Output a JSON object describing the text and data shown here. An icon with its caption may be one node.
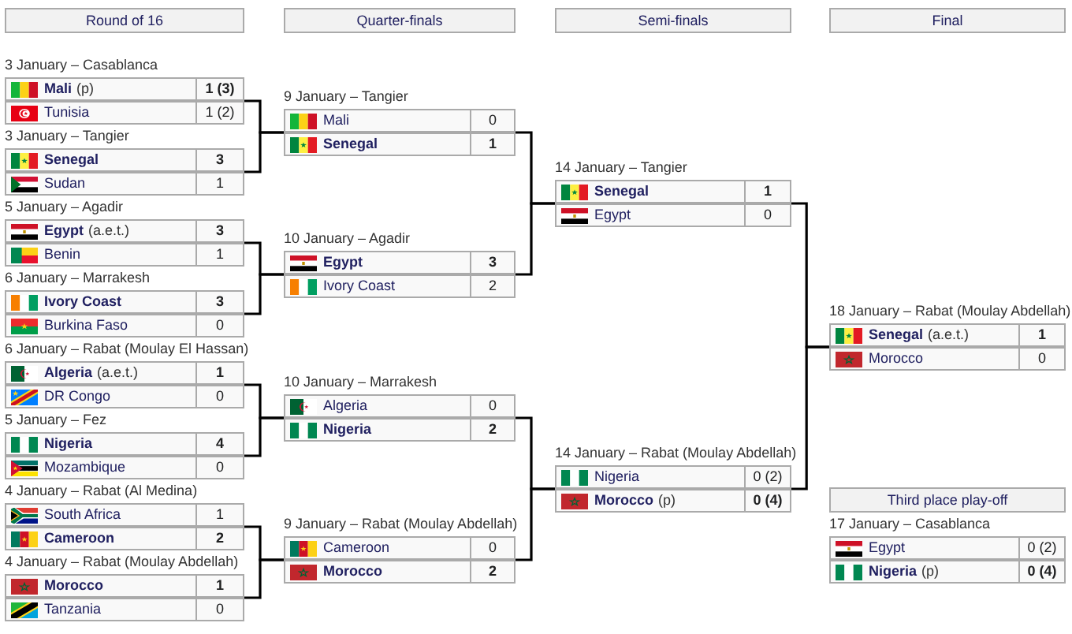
{
  "diagram": {
    "nodes": [
      {
        "text": [
          "Round of 16"
        ]
      },
      {
        "text": [
          "Quarter-finals"
        ]
      },
      {
        "text": [
          "Semi-finals"
        ]
      },
      {
        "text": [
          "Final"
        ]
      },
      {
        "text": [
          "3 January – Casablanca"
        ]
      },
      {
        "text": [
          "Mali",
          "(p)",
          "1 (3)"
        ],
        "in": 4
      },
      {
        "text": [
          "Tunisia",
          "1 (2)"
        ],
        "in": 4
      },
      {
        "text": [
          "3 January – Tangier"
        ]
      },
      {
        "text": [
          "Senegal",
          "3"
        ],
        "in": 7
      },
      {
        "text": [
          "Sudan",
          "1"
        ],
        "in": 7
      },
      {
        "text": [
          "5 January – Agadir"
        ]
      },
      {
        "text": [
          "Egypt",
          "(a.e.t.)",
          "3"
        ],
        "in": 10
      },
      {
        "text": [
          "Benin",
          "1"
        ],
        "in": 10
      },
      {
        "text": [
          "6 January – Marrakesh"
        ]
      },
      {
        "text": [
          "Ivory Coast",
          "3"
        ],
        "in": 13
      },
      {
        "text": [
          "Burkina Faso",
          "0"
        ],
        "in": 13
      },
      {
        "text": [
          "6 January – Rabat (Moulay El Hassan)"
        ]
      },
      {
        "text": [
          "Algeria",
          "(a.e.t.)",
          "1"
        ],
        "in": 16
      },
      {
        "text": [
          "DR Congo",
          "0"
        ],
        "in": 16
      },
      {
        "text": [
          "5 January – Fez"
        ]
      },
      {
        "text": [
          "Nigeria",
          "4"
        ],
        "in": 19
      },
      {
        "text": [
          "Mozambique",
          "0"
        ],
        "in": 19
      },
      {
        "text": [
          "4 January – Rabat (Al Medina)"
        ]
      },
      {
        "text": [
          "South Africa",
          "1"
        ],
        "in": 22
      },
      {
        "text": [
          "Cameroon",
          "2"
        ],
        "in": 22
      },
      {
        "text": [
          "4 January – Rabat (Moulay Abdellah)"
        ]
      },
      {
        "text": [
          "Morocco",
          "1"
        ],
        "in": 25
      },
      {
        "text": [
          "Tanzania",
          "0"
        ],
        "in": 25
      },
      {
        "text": [
          "9 January – Tangier"
        ]
      },
      {
        "text": [
          "Mali",
          "0"
        ],
        "in": 28
      },
      {
        "text": [
          "Senegal",
          "1"
        ],
        "in": 28
      },
      {
        "text": [
          "10 January – Agadir"
        ]
      },
      {
        "text": [
          "Egypt",
          "3"
        ],
        "in": 31
      },
      {
        "text": [
          "Ivory Coast",
          "2"
        ],
        "in": 31
      },
      {
        "text": [
          "10 January – Marrakesh"
        ]
      },
      {
        "text": [
          "Algeria",
          "0"
        ],
        "in": 34
      },
      {
        "text": [
          "Nigeria",
          "2"
        ],
        "in": 34
      },
      {
        "text": [
          "9 January – Rabat (Moulay Abdellah)"
        ]
      },
      {
        "text": [
          "Cameroon",
          "0"
        ],
        "in": 37
      },
      {
        "text": [
          "Morocco",
          "2"
        ],
        "in": 37
      },
      {
        "text": [
          "14 January – Tangier"
        ]
      },
      {
        "text": [
          "Senegal",
          "1"
        ],
        "in": 40
      },
      {
        "text": [
          "Egypt",
          "0"
        ],
        "in": 40
      },
      {
        "text": [
          "14 January – Rabat (Moulay Abdellah)"
        ]
      },
      {
        "text": [
          "Nigeria",
          "0 (2)"
        ],
        "in": 43
      },
      {
        "text": [
          "Morocco",
          "(p)",
          "0 (4)"
        ],
        "in": 43
      },
      {
        "text": [
          "18 January – Rabat (Moulay Abdellah)"
        ]
      },
      {
        "text": [
          "Senegal",
          "(a.e.t.)",
          "1"
        ],
        "in": 46
      },
      {
        "text": [
          "Morocco",
          "0"
        ],
        "in": 46
      },
      {
        "text": [
          "Third place play-off"
        ]
      },
      {
        "text": [
          "17 January – Casablanca"
        ]
      },
      {
        "text": [
          "Egypt",
          "0 (2)"
        ],
        "in": 50
      },
      {
        "text": [
          "Nigeria",
          "(p)",
          "0 (4)"
        ],
        "in": 50
      }
    ],
    "edges": [
      {
        "from": 4,
        "to": 28,
        "arrow": "none"
      },
      {
        "from": 7,
        "to": 28,
        "arrow": "none"
      },
      {
        "from": 10,
        "to": 31,
        "arrow": "none"
      },
      {
        "from": 13,
        "to": 31,
        "arrow": "none"
      },
      {
        "from": 16,
        "to": 34,
        "arrow": "none"
      },
      {
        "from": 19,
        "to": 34,
        "arrow": "none"
      },
      {
        "from": 22,
        "to": 37,
        "arrow": "none"
      },
      {
        "from": 25,
        "to": 37,
        "arrow": "none"
      },
      {
        "from": 28,
        "to": 40,
        "arrow": "none"
      },
      {
        "from": 31,
        "to": 40,
        "arrow": "none"
      },
      {
        "from": 34,
        "to": 43,
        "arrow": "none"
      },
      {
        "from": 37,
        "to": 43,
        "arrow": "none"
      },
      {
        "from": 40,
        "to": 46,
        "arrow": "none"
      },
      {
        "from": 43,
        "to": 46,
        "arrow": "none"
      }
    ]
  }
}
